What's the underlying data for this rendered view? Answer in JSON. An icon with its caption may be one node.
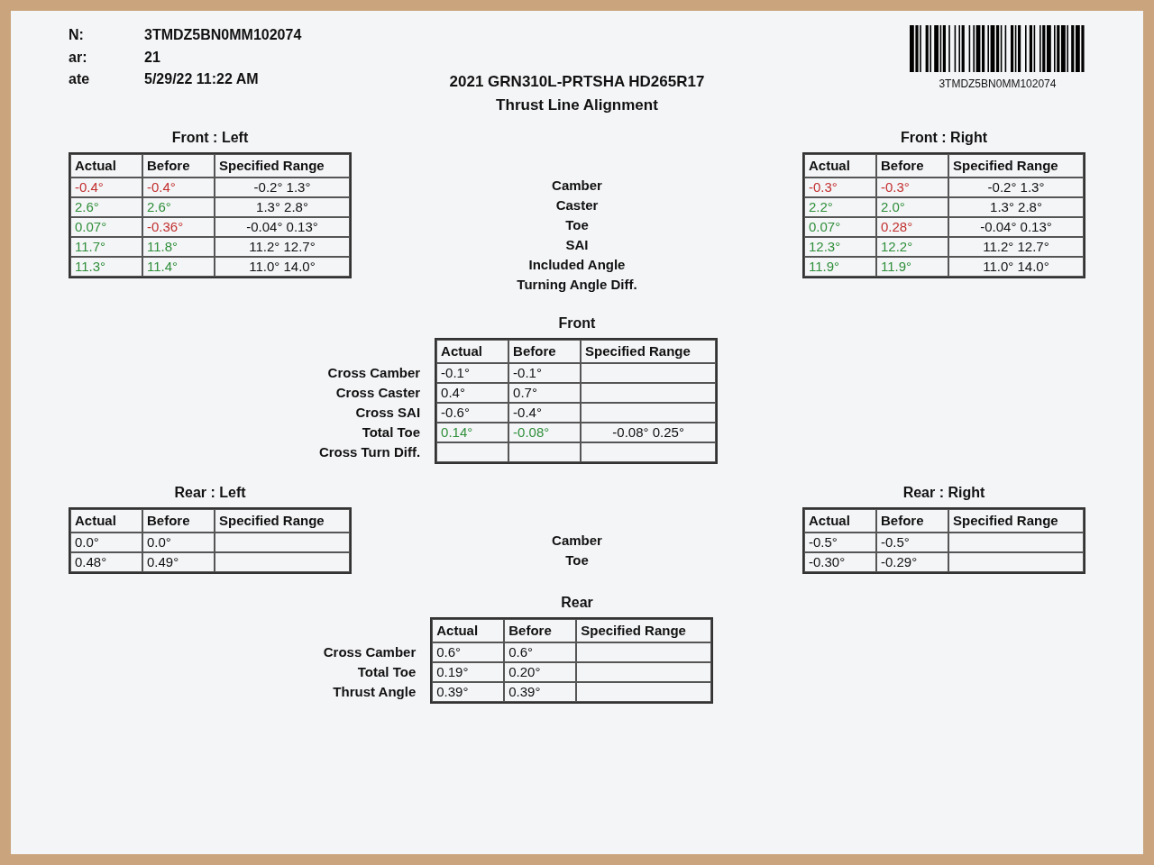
{
  "diagram": {
    "title": "2021 GRN310L-PRTSHA HD265R17",
    "labels": [
      "N:",
      "3TMDZ5BN0MM102074",
      "ar:",
      "21",
      "ate",
      "5/29/22 11:22 AM",
      "3TMDZ5BN0MM102074",
      "Thrust Line Alignment",
      "Front : Left",
      "Front : Right",
      "Actual",
      "Before",
      "Specified Range",
      "-0.4°",
      "-0.4°",
      "-0.2° 1.3°",
      "2.6°",
      "2.6°",
      "1.3° 2.8°",
      "0.07°",
      "-0.36°",
      "-0.04° 0.13°",
      "11.7°",
      "11.8°",
      "11.2° 12.7°",
      "11.3°",
      "11.4°",
      "11.0° 14.0°",
      "Camber",
      "Caster",
      "Toe",
      "SAI",
      "Included Angle",
      "Turning Angle Diff.",
      "Actual",
      "Before",
      "Specified Range",
      "-0.3°",
      "-0.3°",
      "-0.2° 1.3°",
      "2.2°",
      "2.0°",
      "1.3° 2.8°",
      "0.07°",
      "0.28°",
      "-0.04° 0.13°",
      "12.3°",
      "12.2°",
      "11.2° 12.7°",
      "11.9°",
      "11.9°",
      "11.0° 14.0°",
      "Front",
      "Cross Camber",
      "Cross Caster",
      "Cross SAI",
      "Total Toe",
      "Cross Turn Diff.",
      "Actual",
      "Before",
      "Specified Range",
      "-0.1°",
      "-0.1°",
      "0.4°",
      "0.7°",
      "-0.6°",
      "-0.4°",
      "0.14°",
      "-0.08°",
      "-0.08° 0.25°",
      "Rear : Left",
      "Rear : Right",
      "Actual",
      "Before",
      "Specified Range",
      "0.0°",
      "0.0°",
      "0.48°",
      "0.49°",
      "Camber",
      "Toe",
      "Actual",
      "Before",
      "Specified Range",
      "-0.5°",
      "-0.5°",
      "-0.30°",
      "-0.29°",
      "Rear",
      "Cross Camber",
      "Total Toe",
      "Thrust Angle",
      "Actual",
      "Before",
      "Specified Range",
      "0.6°",
      "0.6°",
      "0.19°",
      "0.20°",
      "0.39°",
      "0.39°"
    ]
  }
}
